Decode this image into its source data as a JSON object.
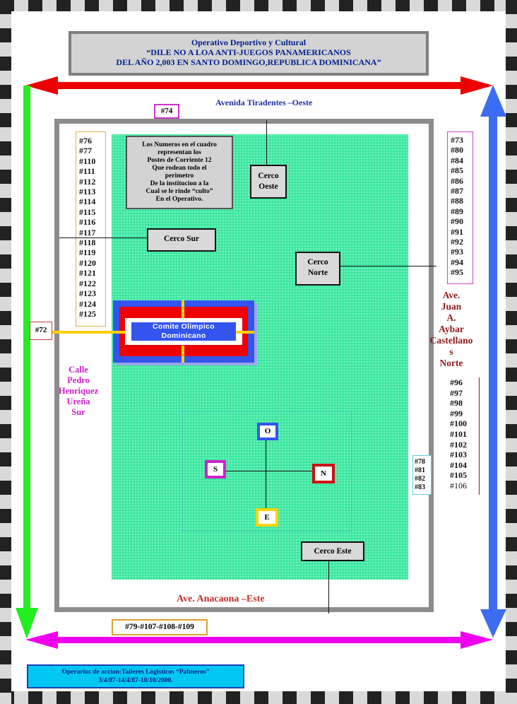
{
  "header": {
    "line1": "Operativo Deportivo y Cultural",
    "line2": "“DILE NO A LOA ANTI-JUEGOS PANAMERICANOS",
    "line3": "DEL AÑO 2,003 EN SANTO DOMINGO,REPUBLICA DOMINICANA”"
  },
  "streets": {
    "west": "Avenida Tiradentes –Oeste",
    "east": "Ave. Anacaona –Este",
    "north": [
      "Ave.",
      "Juan",
      "A.",
      "Aybar",
      "Castellano",
      "s",
      "Norte"
    ],
    "south": [
      "Calle",
      "Pedro",
      "Henriquez",
      "Ureña",
      "Sur"
    ]
  },
  "posts": {
    "top": "#74",
    "left_single": "#72",
    "bottom": "#79-#107-#108-#109",
    "left_list": [
      "#76",
      "#77",
      "#110",
      "#111",
      "#112",
      "#113",
      "#114",
      "#115",
      "#116",
      "#117",
      "#118",
      "#119",
      "#120",
      "#121",
      "#122",
      "#123",
      "#124",
      "#125"
    ],
    "right_list": [
      "#73",
      "#80",
      "#84",
      "#85",
      "#86",
      "#87",
      "#88",
      "#89",
      "#90",
      "#91",
      "#92",
      "#93",
      "#94",
      "#95"
    ],
    "right_list2": [
      "#96",
      "#97",
      "#98",
      "#99",
      "#100",
      "#101",
      "#102",
      "#103",
      "#104",
      "#105",
      "#106"
    ],
    "small_list": [
      "#78",
      "#81",
      "#82",
      "#83"
    ]
  },
  "note": [
    "Los Numeros en el cuadro",
    "representan los",
    "Postes de Corriente 12",
    "Que rodean todo el",
    "perimetro",
    "De la institucion a la",
    "Cual se le rinde “culto”",
    "En el Operativo."
  ],
  "fences": {
    "oeste": [
      "Cerco",
      "Oeste"
    ],
    "sur": "Cerco Sur",
    "norte": [
      "Cerco",
      "Norte"
    ],
    "este": "Cerco Este"
  },
  "building": [
    "Comite Olimpico",
    "Dominicano"
  ],
  "compass": {
    "o": "O",
    "s": "S",
    "n": "N",
    "e": "E"
  },
  "footer": {
    "line1": "Operarios de accion:Talleres Logisticos “Palmeros”",
    "line2": "3/4/87-14/4/87-10/10/2000."
  },
  "colors": {
    "field": "#3ee6a0",
    "arrow_top": "#ee0000",
    "arrow_left": "#22ee22",
    "arrow_right": "#3c6cf0",
    "arrow_bottom": "#ee00ee",
    "building_outer": "#3355ee",
    "building_inner": "#ee0000"
  }
}
